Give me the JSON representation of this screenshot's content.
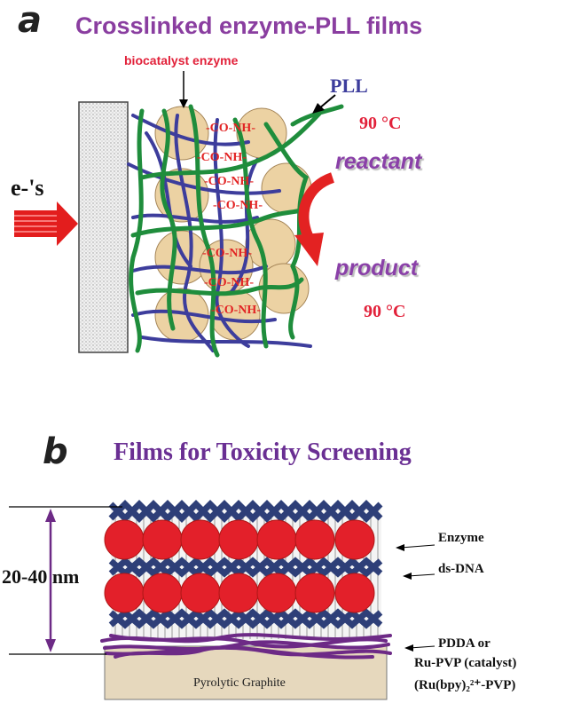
{
  "panel_a": {
    "letter": "a",
    "title": "Crosslinked enzyme-PLL films",
    "enzyme_label": "biocatalyst enzyme",
    "pll_label": "PLL",
    "temp_top": "90 °C",
    "temp_bottom": "90 °C",
    "electron_label": "e-'s",
    "reactant_label": "reactant",
    "product_label": "product",
    "bonds": [
      "-CO-NH-",
      "-CO-NH-",
      "-CO-NH-",
      "-CO-NH-",
      "-CO-NH-",
      "-CO-NH-",
      "-CO-NH-"
    ]
  },
  "panel_b": {
    "letter": "b",
    "title": "Films for Toxicity Screening",
    "thickness_label": "20-40 nm",
    "enzyme_label": "Enzyme",
    "dna_label": "ds-DNA",
    "pdda_line1": "PDDA or",
    "pdda_line2": "Ru-PVP (catalyst)",
    "pdda_line3": "(Ru(bpy)₂²⁺-PVP)",
    "substrate_label": "Pyrolytic Graphite"
  },
  "colors": {
    "enzyme_fill": "#ecd2a3",
    "pll_blue": "#3d3d9c",
    "pll_green": "#1f8d3c",
    "enzyme_red": "#e3202a",
    "pdda_purple": "#6d2a86",
    "title_purple": "#8a3ea0"
  }
}
